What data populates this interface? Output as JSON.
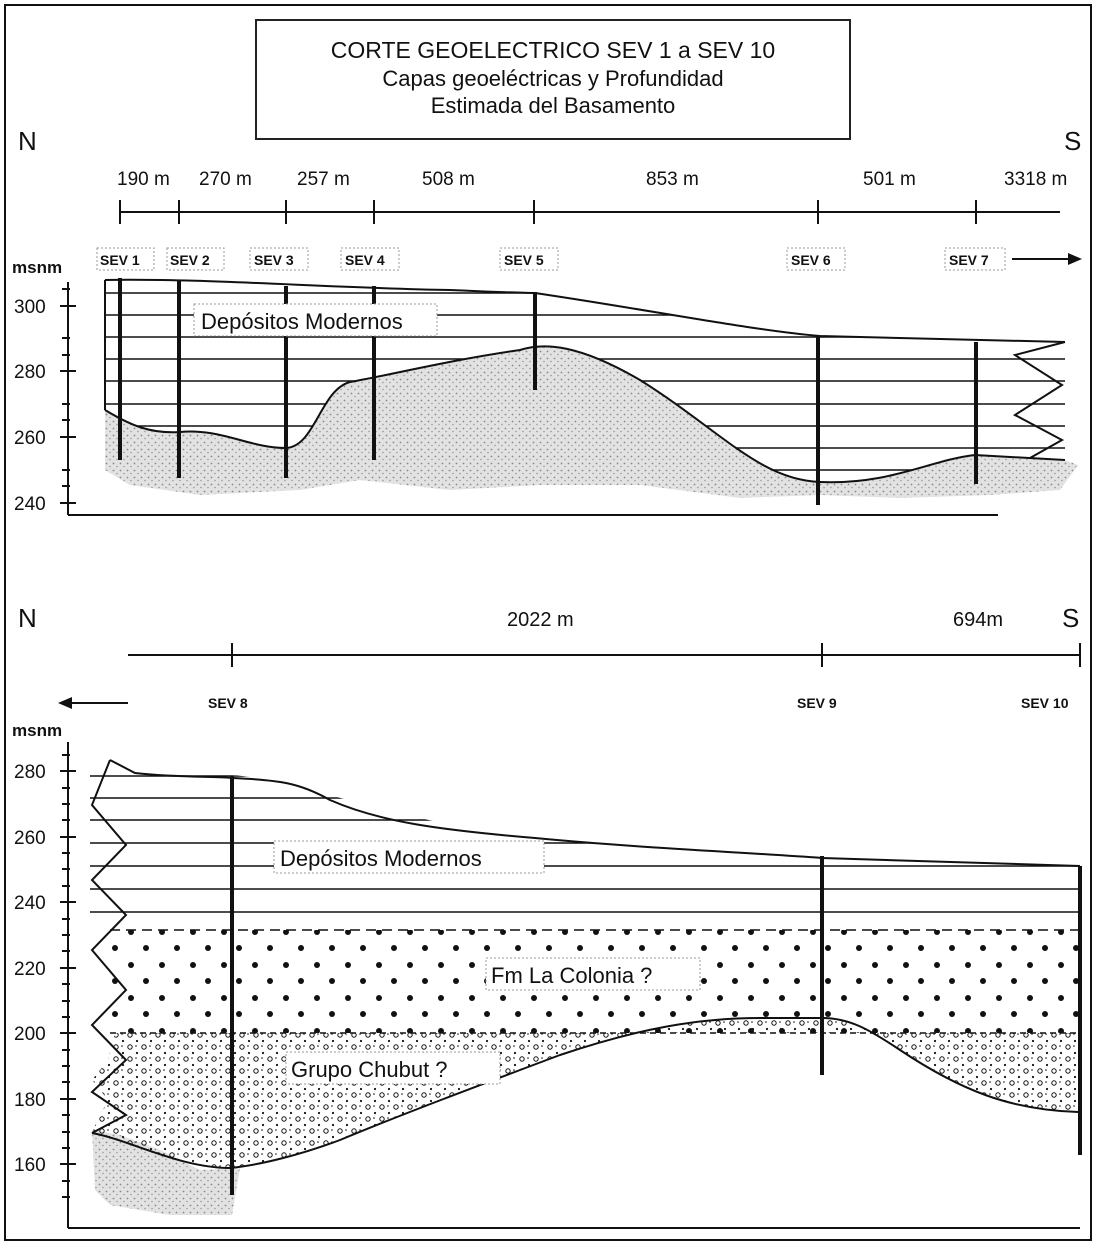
{
  "title": {
    "line1": "CORTE GEOELECTRICO SEV 1 a  SEV 10",
    "line2": "Capas geoeléctricas y Profundidad",
    "line3": "Estimada del Basamento"
  },
  "upper_section": {
    "north_label": "N",
    "south_label": "S",
    "distances": [
      "190 m",
      "270 m",
      "257 m",
      "508 m",
      "853 m",
      "501 m",
      "3318 m"
    ],
    "stations": [
      "SEV 1",
      "SEV 2",
      "SEV 3",
      "SEV 4",
      "SEV 5",
      "SEV 6",
      "SEV 7"
    ],
    "axis_label": "msnm",
    "y_ticks": [
      "300",
      "280",
      "260",
      "240"
    ],
    "unit_label": "Depósitos Modernos"
  },
  "lower_section": {
    "north_label": "N",
    "south_label": "S",
    "distances": [
      "2022 m",
      "694m"
    ],
    "stations": [
      "SEV 8",
      "SEV 9",
      "SEV 10"
    ],
    "axis_label": "msnm",
    "y_ticks": [
      "280",
      "260",
      "240",
      "220",
      "200",
      "180",
      "160"
    ],
    "unit_labels": {
      "modern": "Depósitos Modernos",
      "colonia": "Fm La Colonia ?",
      "chubut": "Grupo Chubut ?"
    }
  },
  "colors": {
    "ink": "#111111",
    "basement": "#b8b8b8",
    "paper": "#ffffff"
  }
}
